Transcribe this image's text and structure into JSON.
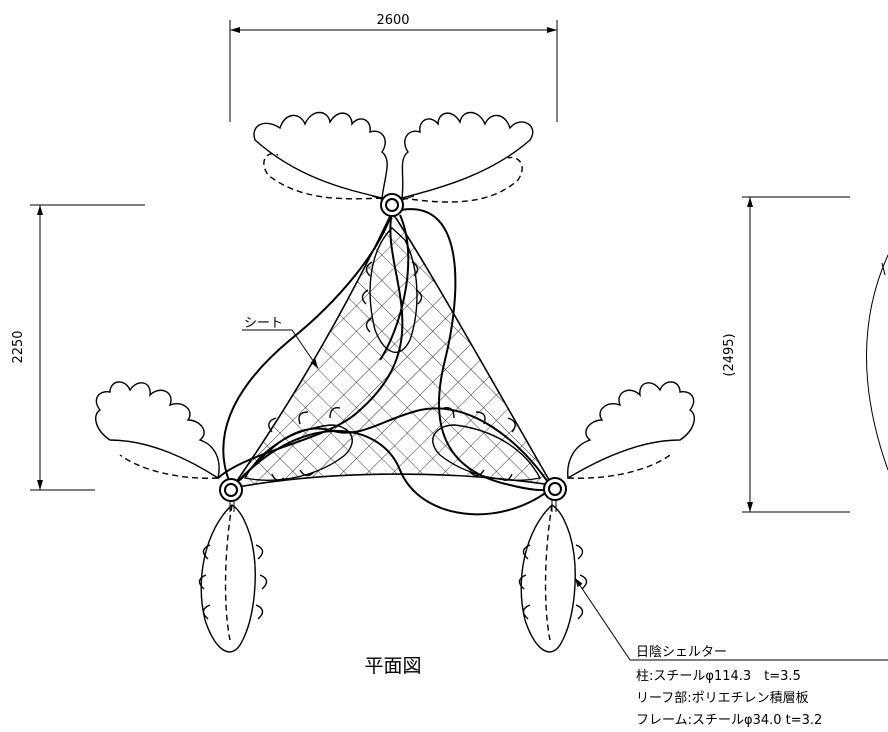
{
  "dimensions": {
    "top_width": "2600",
    "left_height": "2250",
    "right_height": "(2495)"
  },
  "labels": {
    "sheet": "シート",
    "plan_view": "平面図"
  },
  "spec": {
    "title": "日陰シェルター",
    "lines": [
      "柱:スチールφ114.3　t=3.5",
      "リーフ部:ポリエチレン積層板",
      "フレーム:スチールφ34.0 t=3.2"
    ]
  }
}
